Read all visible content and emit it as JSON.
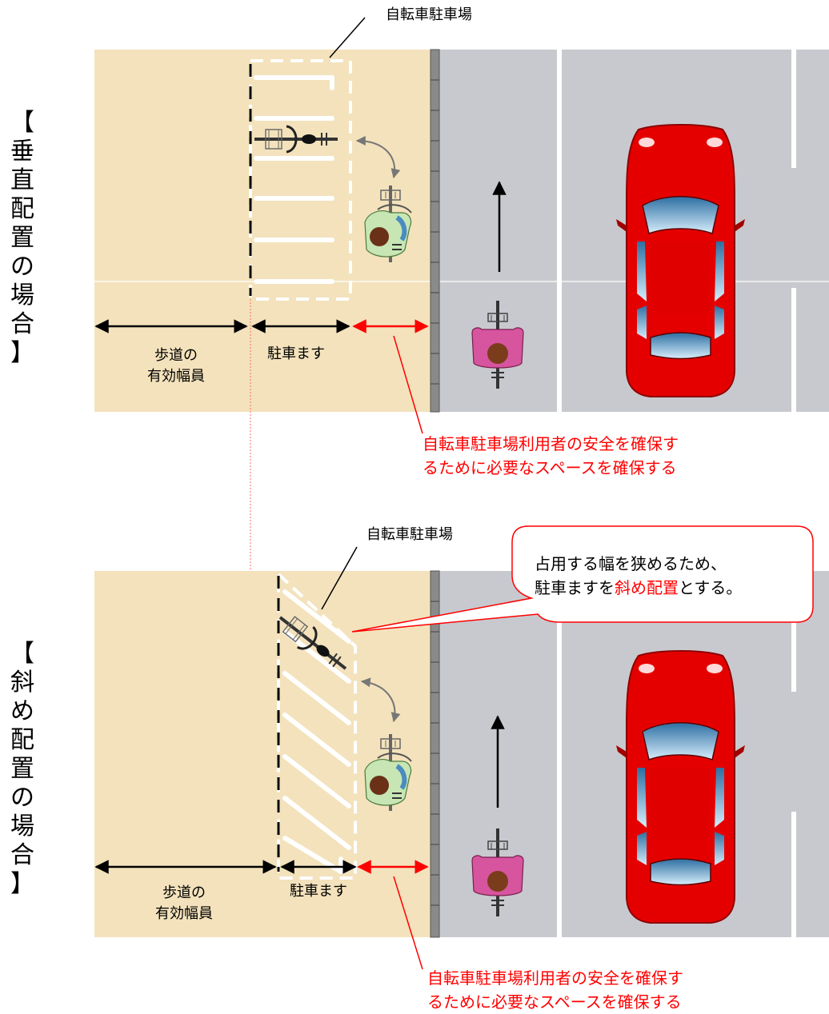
{
  "top": {
    "side_title": [
      "【",
      "垂",
      "直",
      "配",
      "置",
      "の",
      "場",
      "合",
      "】"
    ],
    "parking_label": "自転車駐車場",
    "sidewalk_width_label": [
      "歩道の",
      "有効幅員"
    ],
    "parking_space_label": "駐車ます",
    "safety_note": [
      "自転車駐車場利用者の安全を確保す",
      "るために必要なスペースを確保する"
    ]
  },
  "bottom": {
    "side_title": [
      "【",
      "斜",
      "め",
      "配",
      "置",
      "の",
      "場",
      "合",
      "】"
    ],
    "parking_label": "自転車駐車場",
    "sidewalk_width_label": [
      "歩道の",
      "有効幅員"
    ],
    "parking_space_label": "駐車ます",
    "safety_note": [
      "自転車駐車場利用者の安全を確保す",
      "るために必要なスペースを確保する"
    ],
    "callout": {
      "line1": "占用する幅を狭めるため、",
      "line2_prefix": "駐車ますを",
      "line2_highlight": "斜め配置",
      "line2_suffix": "とする。"
    }
  },
  "colors": {
    "sidewalk": "#f3e2bc",
    "road": "#c8c9ce",
    "curb": "#8a8a8a",
    "car": "#e00000",
    "red_dimension": "#ff0000",
    "cyclist_parker": "#c7e6b4",
    "cyclist_rider": "#d6559e"
  }
}
